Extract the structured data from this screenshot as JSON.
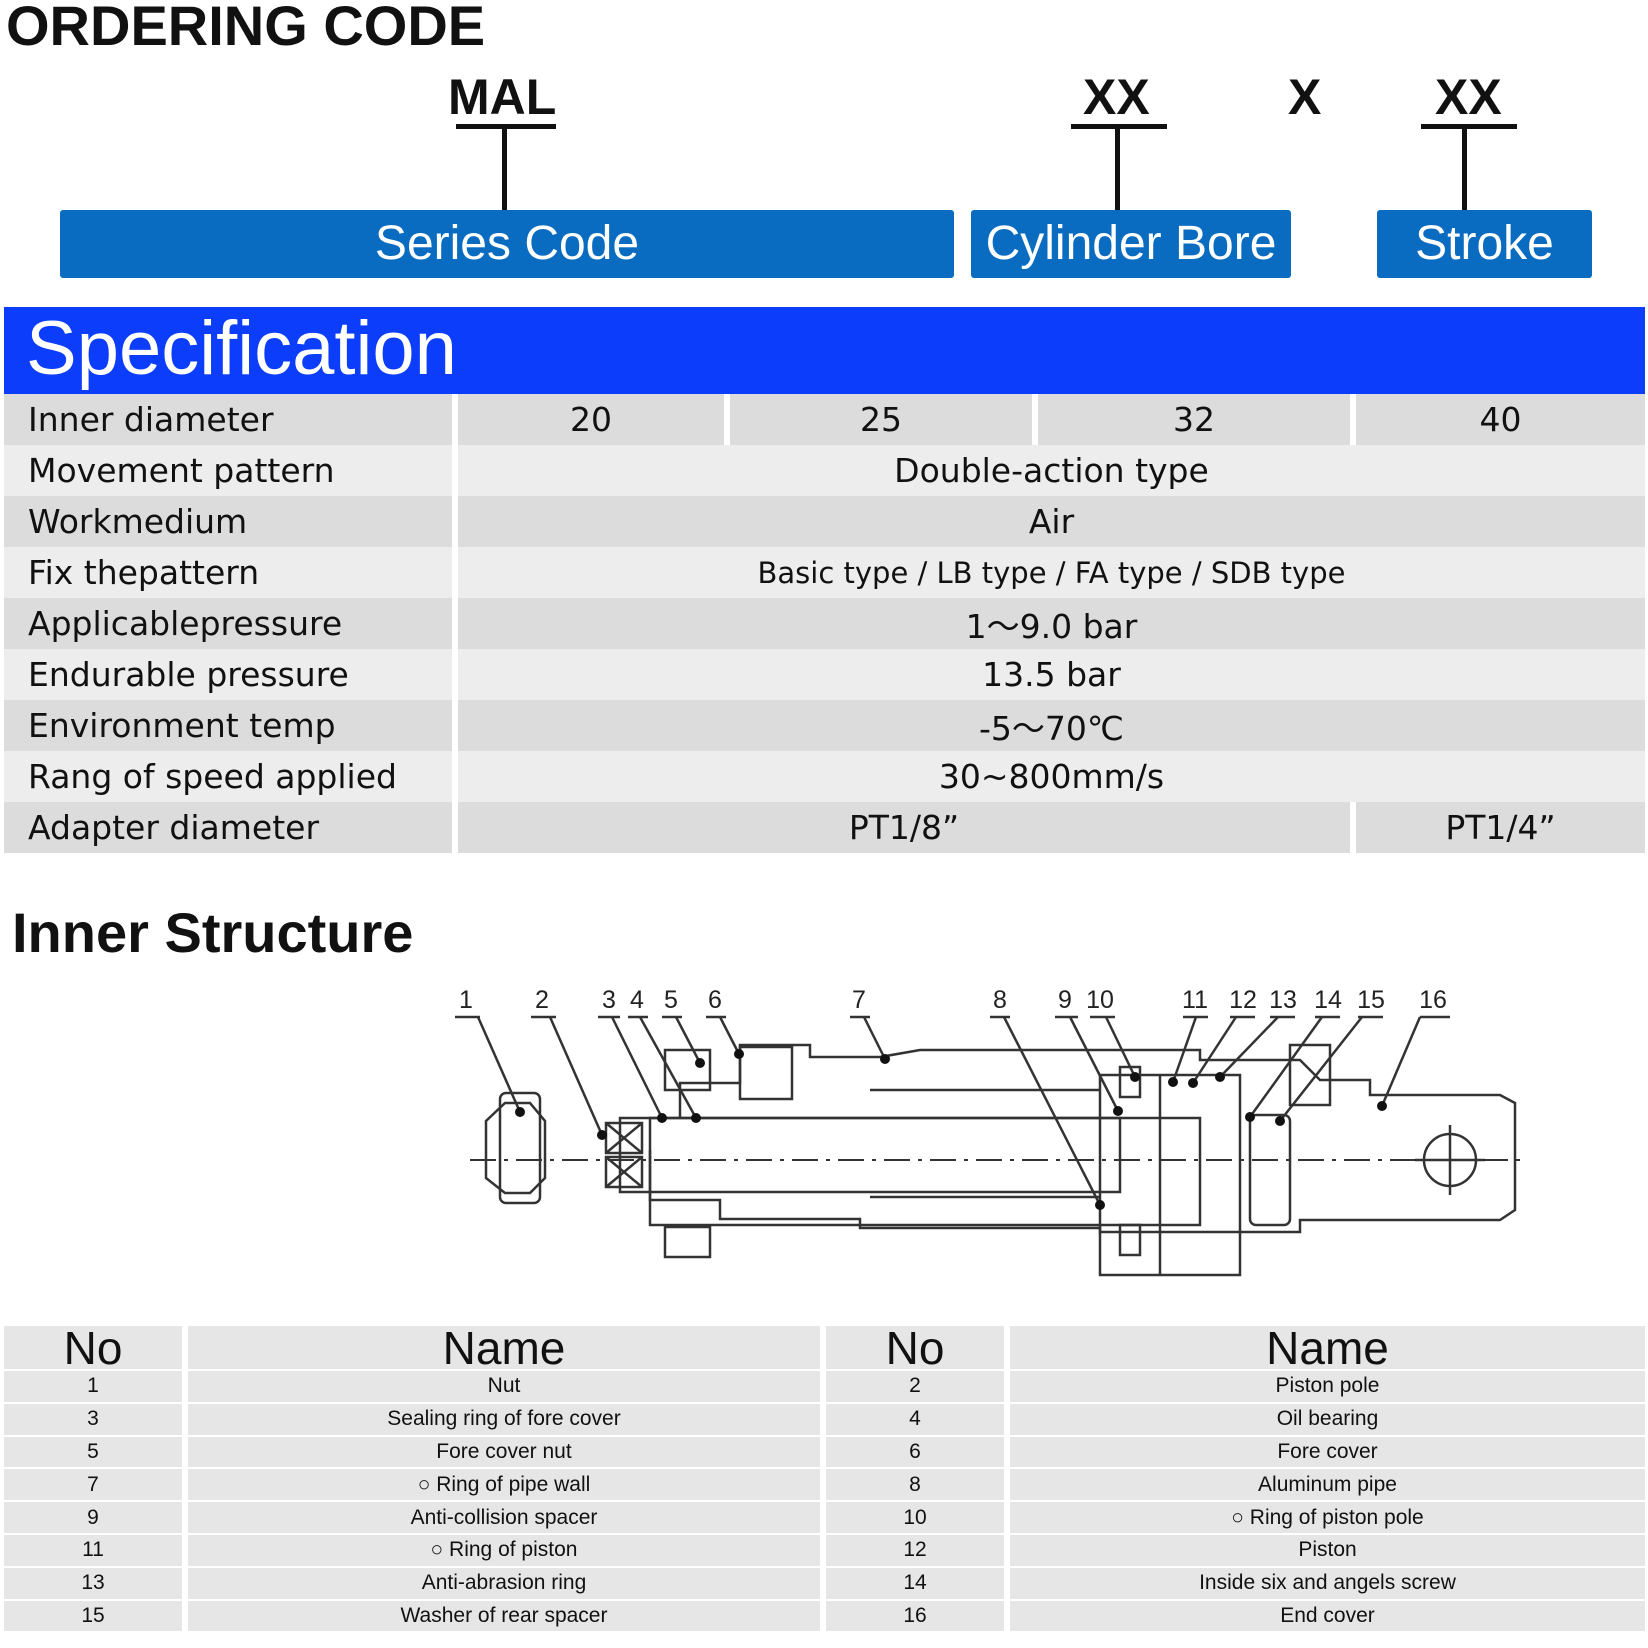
{
  "ordering": {
    "title": "ORDERING CODE",
    "codes": {
      "series": "MAL",
      "bore": "XX",
      "separator": "X",
      "stroke": "XX"
    },
    "boxes": {
      "series": "Series Code",
      "bore": "Cylinder Bore",
      "stroke": "Stroke"
    },
    "box_color": "#0a6cc0"
  },
  "specification": {
    "title": "Specification",
    "header_color": "#0b3dfa",
    "rows": [
      {
        "label": "Inner diameter",
        "values": [
          "20",
          "25",
          "32",
          "40"
        ]
      },
      {
        "label": "Movement pattern",
        "value": "Double-action type"
      },
      {
        "label": "Workmedium",
        "value": "Air"
      },
      {
        "label": "Fix thepattern",
        "value": "Basic type / LB type / FA type / SDB type"
      },
      {
        "label": "Applicablepressure",
        "value": "1～9.0 bar"
      },
      {
        "label": "Endurable pressure",
        "value": "13.5 bar"
      },
      {
        "label": "Environment temp",
        "value": "-5～70℃"
      },
      {
        "label": "Rang of speed applied",
        "value": "30~800mm/s"
      },
      {
        "label": "Adapter diameter",
        "values": [
          "PT1/8”",
          "PT1/4”"
        ]
      }
    ]
  },
  "inner_structure": {
    "title": "Inner Structure",
    "callouts": [
      "1",
      "2",
      "3",
      "4",
      "5",
      "6",
      "7",
      "8",
      "9",
      "10",
      "11",
      "12",
      "13",
      "14",
      "15",
      "16"
    ]
  },
  "parts": {
    "headers": [
      "No",
      "Name",
      "No",
      "Name"
    ],
    "rows": [
      [
        "1",
        "Nut",
        "2",
        "Piston pole"
      ],
      [
        "3",
        "Sealing ring of fore cover",
        "4",
        "Oil bearing"
      ],
      [
        "5",
        "Fore cover nut",
        "6",
        "Fore cover"
      ],
      [
        "7",
        "○ Ring of pipe wall",
        "8",
        "Aluminum pipe"
      ],
      [
        "9",
        "Anti-collision spacer",
        "10",
        "○ Ring of piston pole"
      ],
      [
        "11",
        "○ Ring of piston",
        "12",
        "Piston"
      ],
      [
        "13",
        "Anti-abrasion ring",
        "14",
        "Inside six and angels screw"
      ],
      [
        "15",
        "Washer of rear spacer",
        "16",
        "End cover"
      ]
    ]
  }
}
